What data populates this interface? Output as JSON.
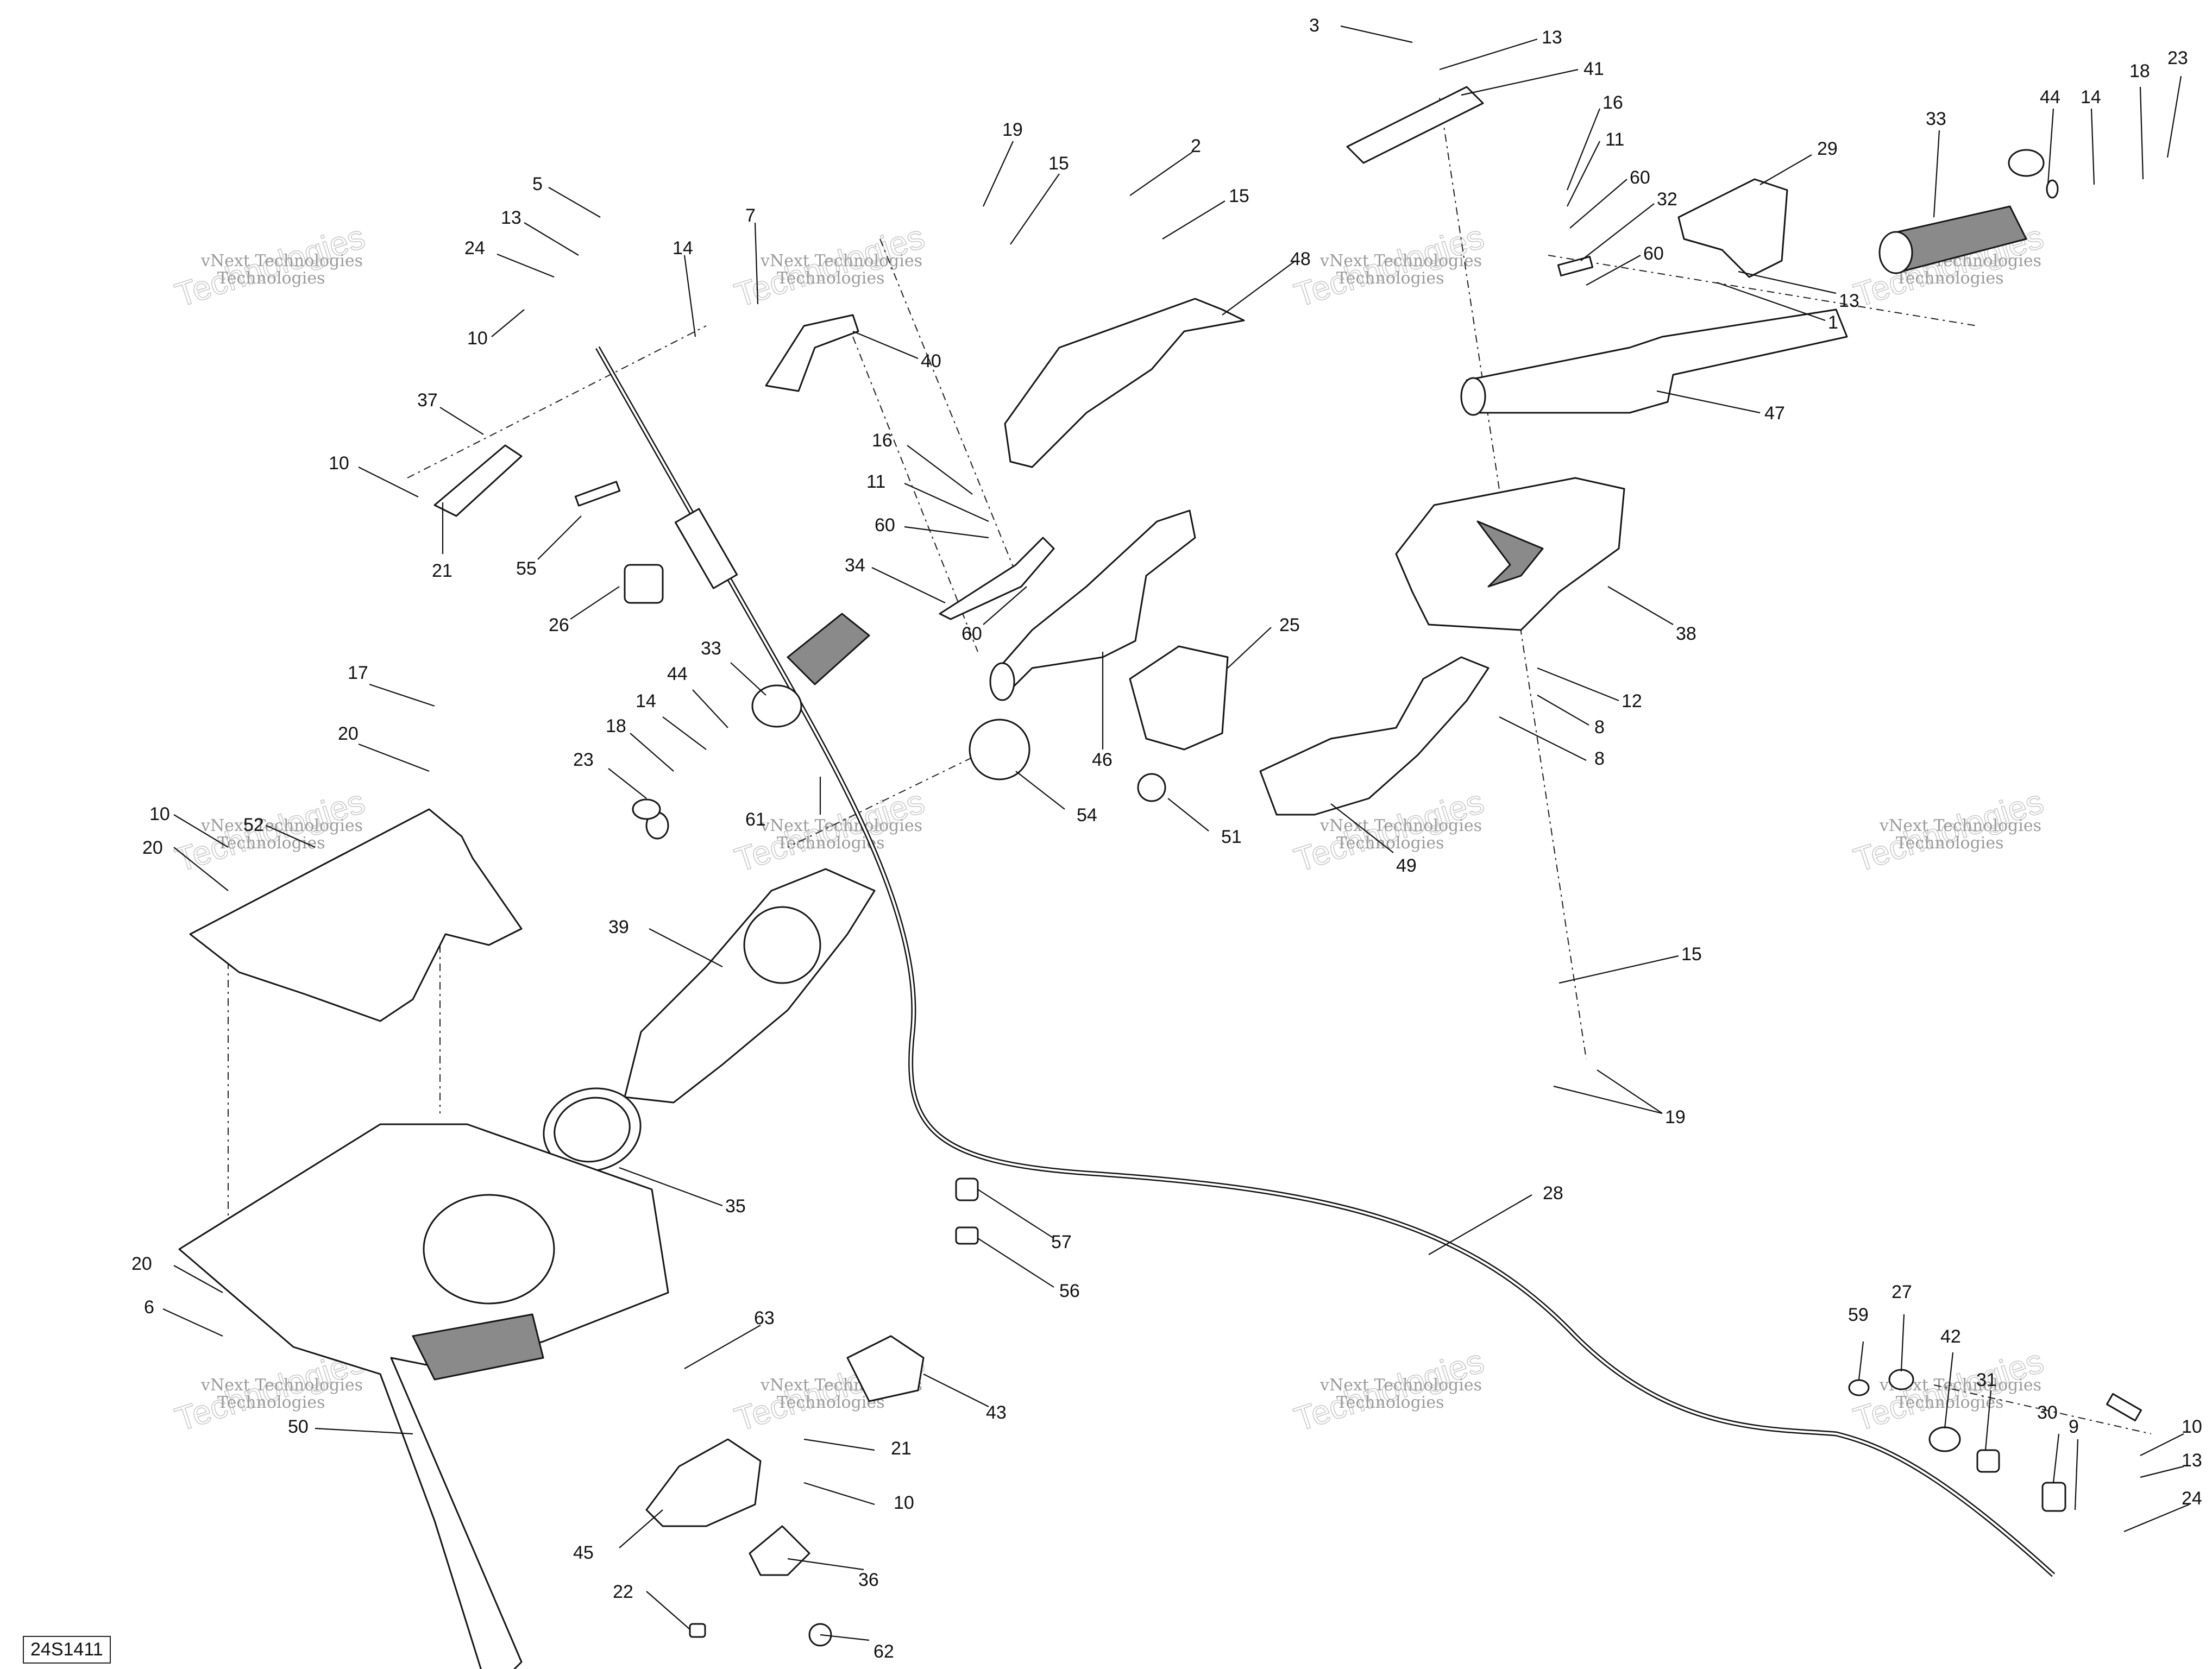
{
  "figure_code": "24S1411",
  "watermark": {
    "line1": "vNext Technologies",
    "line2": "Technologies"
  },
  "callouts": [
    {
      "text": "3"
    },
    {
      "text": "13"
    },
    {
      "text": "41"
    },
    {
      "text": "16"
    },
    {
      "text": "11"
    },
    {
      "text": "60"
    },
    {
      "text": "32"
    },
    {
      "text": "60"
    },
    {
      "text": "29"
    },
    {
      "text": "33"
    },
    {
      "text": "44"
    },
    {
      "text": "14"
    },
    {
      "text": "18"
    },
    {
      "text": "23"
    },
    {
      "text": "13"
    },
    {
      "text": "1"
    },
    {
      "text": "47"
    },
    {
      "text": "19"
    },
    {
      "text": "15"
    },
    {
      "text": "2"
    },
    {
      "text": "15"
    },
    {
      "text": "48"
    },
    {
      "text": "5"
    },
    {
      "text": "13"
    },
    {
      "text": "24"
    },
    {
      "text": "10"
    },
    {
      "text": "14"
    },
    {
      "text": "7"
    },
    {
      "text": "40"
    },
    {
      "text": "37"
    },
    {
      "text": "10"
    },
    {
      "text": "21"
    },
    {
      "text": "55"
    },
    {
      "text": "26"
    },
    {
      "text": "16"
    },
    {
      "text": "11"
    },
    {
      "text": "60"
    },
    {
      "text": "34"
    },
    {
      "text": "60"
    },
    {
      "text": "38"
    },
    {
      "text": "25"
    },
    {
      "text": "12"
    },
    {
      "text": "8"
    },
    {
      "text": "8"
    },
    {
      "text": "46"
    },
    {
      "text": "33"
    },
    {
      "text": "44"
    },
    {
      "text": "14"
    },
    {
      "text": "18"
    },
    {
      "text": "23"
    },
    {
      "text": "17"
    },
    {
      "text": "20"
    },
    {
      "text": "61"
    },
    {
      "text": "54"
    },
    {
      "text": "51"
    },
    {
      "text": "49"
    },
    {
      "text": "10"
    },
    {
      "text": "52"
    },
    {
      "text": "20"
    },
    {
      "text": "39"
    },
    {
      "text": "15"
    },
    {
      "text": "19"
    },
    {
      "text": "35"
    },
    {
      "text": "28"
    },
    {
      "text": "57"
    },
    {
      "text": "56"
    },
    {
      "text": "20"
    },
    {
      "text": "6"
    },
    {
      "text": "63"
    },
    {
      "text": "43"
    },
    {
      "text": "50"
    },
    {
      "text": "21"
    },
    {
      "text": "10"
    },
    {
      "text": "45"
    },
    {
      "text": "36"
    },
    {
      "text": "22"
    },
    {
      "text": "62"
    },
    {
      "text": "59"
    },
    {
      "text": "27"
    },
    {
      "text": "42"
    },
    {
      "text": "31"
    },
    {
      "text": "30"
    },
    {
      "text": "9"
    },
    {
      "text": "10"
    },
    {
      "text": "13"
    },
    {
      "text": "24"
    }
  ]
}
